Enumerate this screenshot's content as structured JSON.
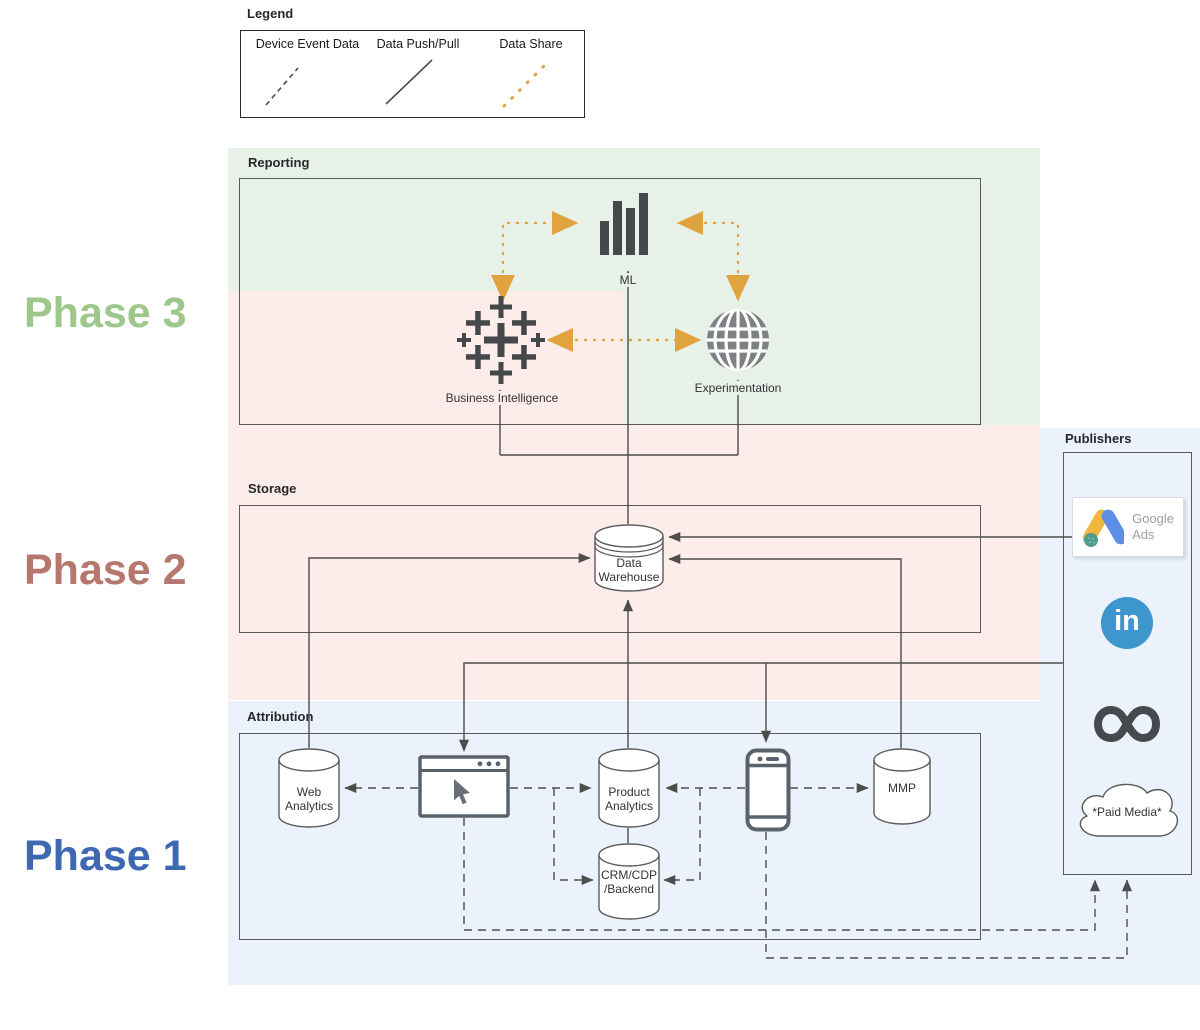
{
  "legend": {
    "title": "Legend",
    "items": [
      {
        "label": "Device Event Data",
        "line_style": "dashed",
        "color": "#4d4d4d"
      },
      {
        "label": "Data Push/Pull",
        "line_style": "solid",
        "color": "#4d4d4d"
      },
      {
        "label": "Data Share",
        "line_style": "dotted",
        "color": "#e0a33e"
      }
    ]
  },
  "phases": [
    {
      "label": "Phase 3",
      "color": "#9dc78b"
    },
    {
      "label": "Phase 2",
      "color": "#b5776e"
    },
    {
      "label": "Phase 1",
      "color": "#3e68b2"
    }
  ],
  "sections": {
    "reporting": "Reporting",
    "storage": "Storage",
    "attribution": "Attribution",
    "publishers": "Publishers"
  },
  "nodes": {
    "ml": {
      "label": "ML"
    },
    "business_intelligence": {
      "label": "Business Intelligence"
    },
    "experimentation": {
      "label": "Experimentation"
    },
    "data_warehouse": {
      "label": "Data Warehouse"
    },
    "web_analytics": {
      "label": "Web Analytics"
    },
    "product_analytics": {
      "label": "Product Analytics"
    },
    "crm": {
      "line1": "CRM/CDP",
      "line2": "/Backend"
    },
    "mmp": {
      "label": "MMP"
    }
  },
  "publishers_items": {
    "google_ads": {
      "label": "Google Ads"
    },
    "linkedin": {
      "label": "in"
    },
    "paid_media": {
      "label": "*Paid Media*"
    }
  },
  "colors": {
    "region_green": "#e7f1e8",
    "region_pink": "#fcedea",
    "region_blue": "#ecf2fb",
    "connector_dark": "#4d4d4d",
    "data_share_orange": "#e0a33e",
    "icon_dark": "#45484b",
    "linkedin_blue": "#3e96cf",
    "google_yellow": "#efb73e",
    "google_blue": "#5c8ee6",
    "google_teal": "#4e9d8e",
    "meta_gray": "#46494e"
  }
}
